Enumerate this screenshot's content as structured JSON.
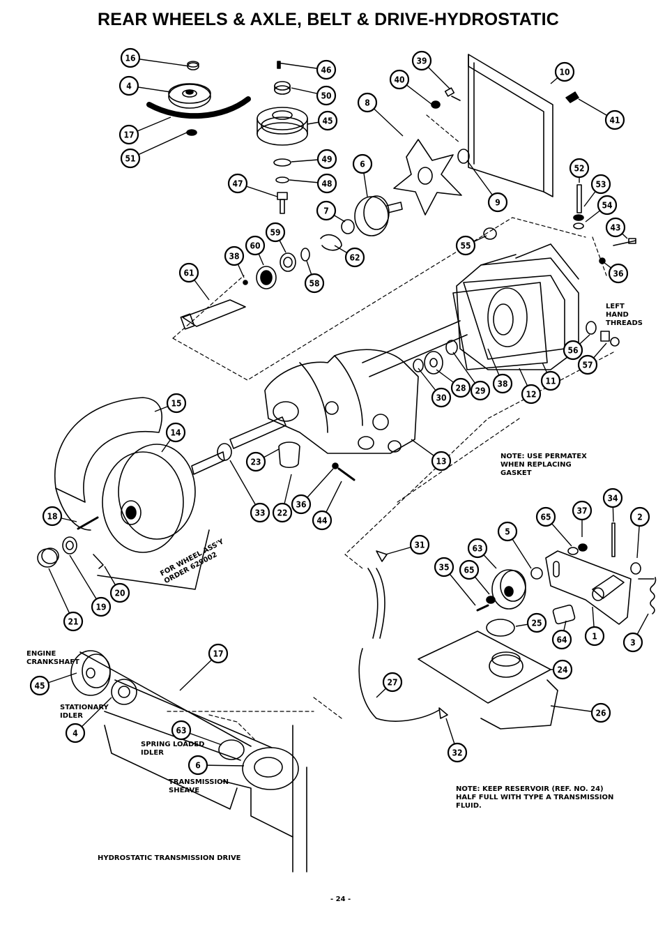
{
  "title": "REAR WHEELS & AXLE, BELT & DRIVE-HYDROSTATIC",
  "page_number": "- 24 -",
  "notes": {
    "left_hand_threads": "LEFT\nHAND\nTHREADS",
    "permatex": "NOTE: USE PERMATEX\nWHEN REPLACING\nGASKET",
    "reservoir": "NOTE: KEEP RESERVOIR (REF. NO. 24)\nHALF FULL WITH TYPE A TRANSMISSION\nFLUID.",
    "wheel_assy": "FOR WHEEL ASS'Y\nORDER 629002"
  },
  "belt_diagram": {
    "caption": "HYDROSTATIC TRANSMISSION DRIVE",
    "labels": {
      "engine_crankshaft": "ENGINE\nCRANKSHAFT",
      "stationary_idler": "STATIONARY\nIDLER",
      "spring_loaded_idler": "SPRING LOADED\nIDLER",
      "transmission_sheave": "TRANSMISSION\nSHEAVE"
    },
    "callouts": [
      "17",
      "45",
      "4",
      "63",
      "6"
    ]
  },
  "callouts": {
    "c16": "16",
    "c4": "4",
    "c17": "17",
    "c51": "51",
    "c46": "46",
    "c50": "50",
    "c45": "45",
    "c49": "49",
    "c48": "48",
    "c47": "47",
    "c39": "39",
    "c40": "40",
    "c8": "8",
    "c10": "10",
    "c41": "41",
    "c9": "9",
    "c6": "6",
    "c7": "7",
    "c62": "62",
    "c59": "59",
    "c60": "60",
    "c38a": "38",
    "c58": "58",
    "c61": "61",
    "c52": "52",
    "c53": "53",
    "c54": "54",
    "c43": "43",
    "c36a": "36",
    "c55": "55",
    "c56": "56",
    "c57": "57",
    "c11": "11",
    "c12": "12",
    "c38b": "38",
    "c29": "29",
    "c28": "28",
    "c30": "30",
    "c15": "15",
    "c14": "14",
    "c13": "13",
    "c23": "23",
    "c33": "33",
    "c22": "22",
    "c36b": "36",
    "c44": "44",
    "c18": "18",
    "c20": "20",
    "c19": "19",
    "c21": "21",
    "c31": "31",
    "c65a": "65",
    "c37": "37",
    "c34": "34",
    "c2": "2",
    "c5": "5",
    "c63": "63",
    "c35": "35",
    "c65b": "65",
    "c25": "25",
    "c64": "64",
    "c1": "1",
    "c3": "3",
    "c24": "24",
    "c27": "27",
    "c26": "26",
    "c32": "32"
  }
}
